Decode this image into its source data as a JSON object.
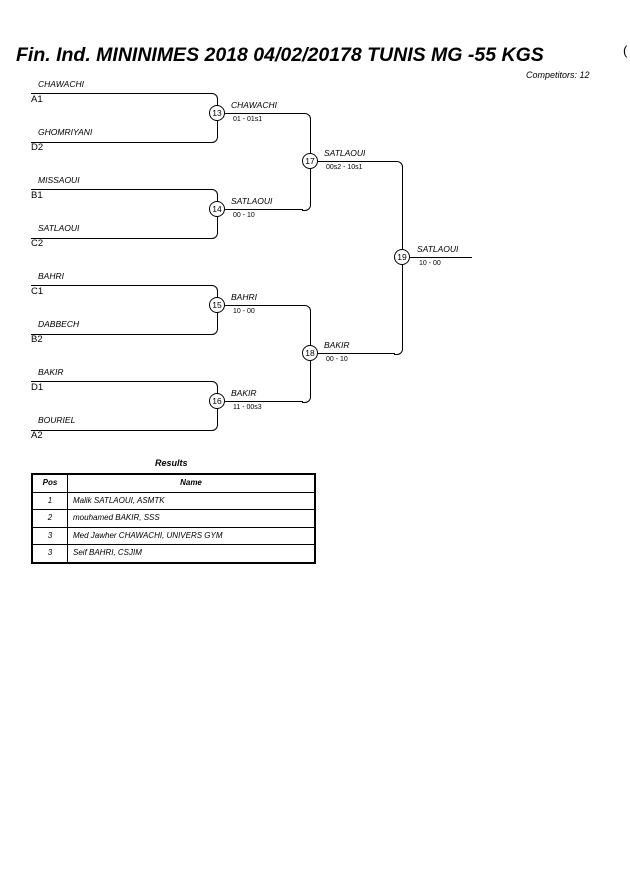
{
  "header": {
    "title": "Fin. Ind. MININIMES 2018  04/02/20178  TUNIS   MG -55 KGS",
    "paren": "(",
    "competitors": "Competitors: 12"
  },
  "bracket": {
    "round1": [
      {
        "top_name": "CHAWACHI",
        "top_seed": "A1",
        "bottom_name": "GHOMRIYANI",
        "bottom_seed": "D2",
        "match": "13",
        "winner": "CHAWACHI",
        "score": "01 - 01s1"
      },
      {
        "top_name": "MISSAOUI",
        "top_seed": "B1",
        "bottom_name": "SATLAOUI",
        "bottom_seed": "C2",
        "match": "14",
        "winner": "SATLAOUI",
        "score": "00 - 10"
      },
      {
        "top_name": "BAHRI",
        "top_seed": "C1",
        "bottom_name": "DABBECH",
        "bottom_seed": "B2",
        "match": "15",
        "winner": "BAHRI",
        "score": "10 - 00"
      },
      {
        "top_name": "BAKIR",
        "top_seed": "D1",
        "bottom_name": "BOURIEL",
        "bottom_seed": "A2",
        "match": "16",
        "winner": "BAKIR",
        "score": "11 - 00s3"
      }
    ],
    "round2": [
      {
        "match": "17",
        "winner": "SATLAOUI",
        "score": "00s2 - 10s1"
      },
      {
        "match": "18",
        "winner": "BAKIR",
        "score": "00 - 10"
      }
    ],
    "final": {
      "match": "19",
      "winner": "SATLAOUI",
      "score": "10 - 00"
    }
  },
  "results": {
    "title": "Results",
    "headers": {
      "pos": "Pos",
      "name": "Name"
    },
    "rows": [
      {
        "pos": "1",
        "name": "Malik SATLAOUI, ASMTK"
      },
      {
        "pos": "2",
        "name": "mouhamed BAKIR, SSS"
      },
      {
        "pos": "3",
        "name": "Med Jawher CHAWACHI, UNIVERS GYM"
      },
      {
        "pos": "3",
        "name": "Seif BAHRI, CSJIM"
      }
    ]
  }
}
